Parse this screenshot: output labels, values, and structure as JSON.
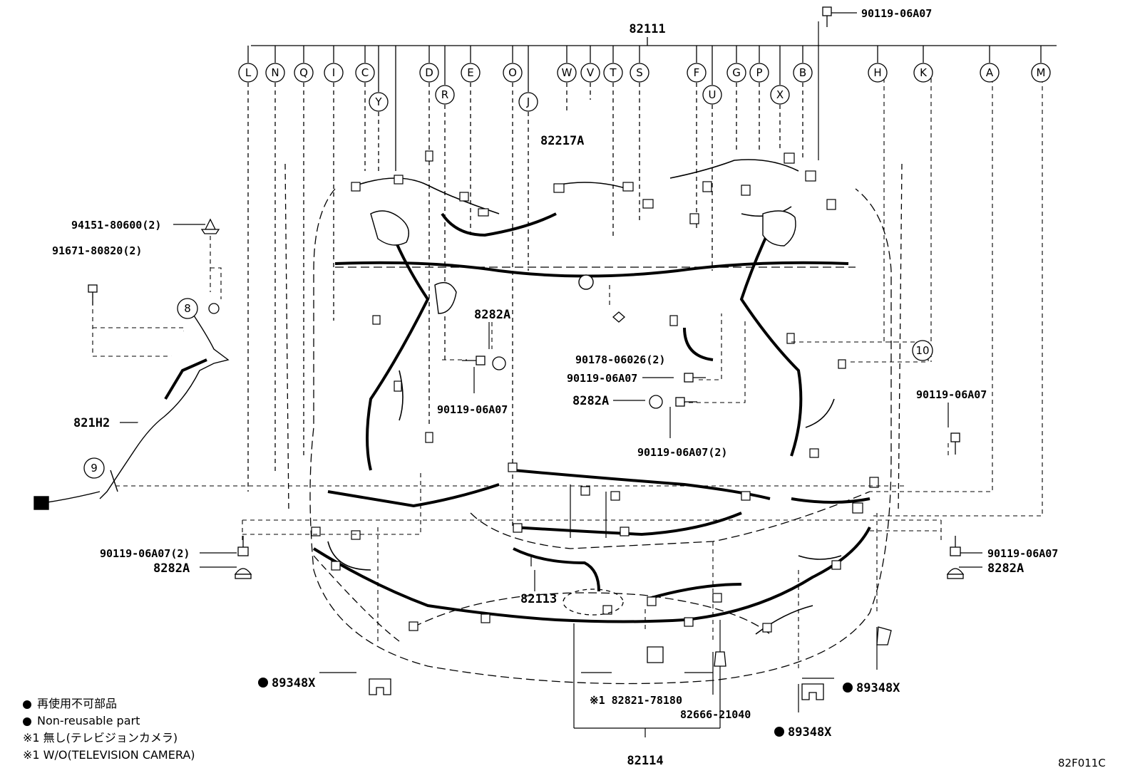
{
  "main_part": "82111",
  "circle_letters": [
    "L",
    "N",
    "Q",
    "I",
    "C",
    "Y",
    "D",
    "R",
    "E",
    "O",
    "J",
    "W",
    "V",
    "T",
    "S",
    "F",
    "U",
    "G",
    "P",
    "X",
    "B",
    "H",
    "K",
    "A",
    "M"
  ],
  "circle_numbers": [
    "8",
    "9",
    "10"
  ],
  "labels": {
    "p_82217A": "82217A",
    "p_94151": "94151-80600(2)",
    "p_91671": "91671-80820(2)",
    "p_821H2": "821H2",
    "p_8282A_center": "8282A",
    "p_90119_center": "90119-06A07",
    "p_90178": "90178-06026(2)",
    "p_90119_mid": "90119-06A07",
    "p_8282A_mid": "8282A",
    "p_90119_mid2": "90119-06A07(2)",
    "p_90119_right": "90119-06A07",
    "p_90119_top": "90119-06A07",
    "p_90119_left2": "90119-06A07(2)",
    "p_8282A_left": "8282A",
    "p_90119_right2": "90119-06A07",
    "p_8282A_right": "8282A",
    "p_82113": "82113",
    "p_89348X_left": "89348X",
    "p_89348X_right": "89348X",
    "p_89348X_bottom": "89348X",
    "p_82821": "※1 82821-78180",
    "p_82666": "82666-21040",
    "p_82114": "82114"
  },
  "legend": {
    "jp_non_reusable": "再使用不可部品",
    "en_non_reusable": "Non-reusable part",
    "jp_note": "※1 無し(テレビジョンカメラ)",
    "en_note": "※1 W/O(TELEVISION CAMERA)"
  },
  "figure_code": "82F011C"
}
